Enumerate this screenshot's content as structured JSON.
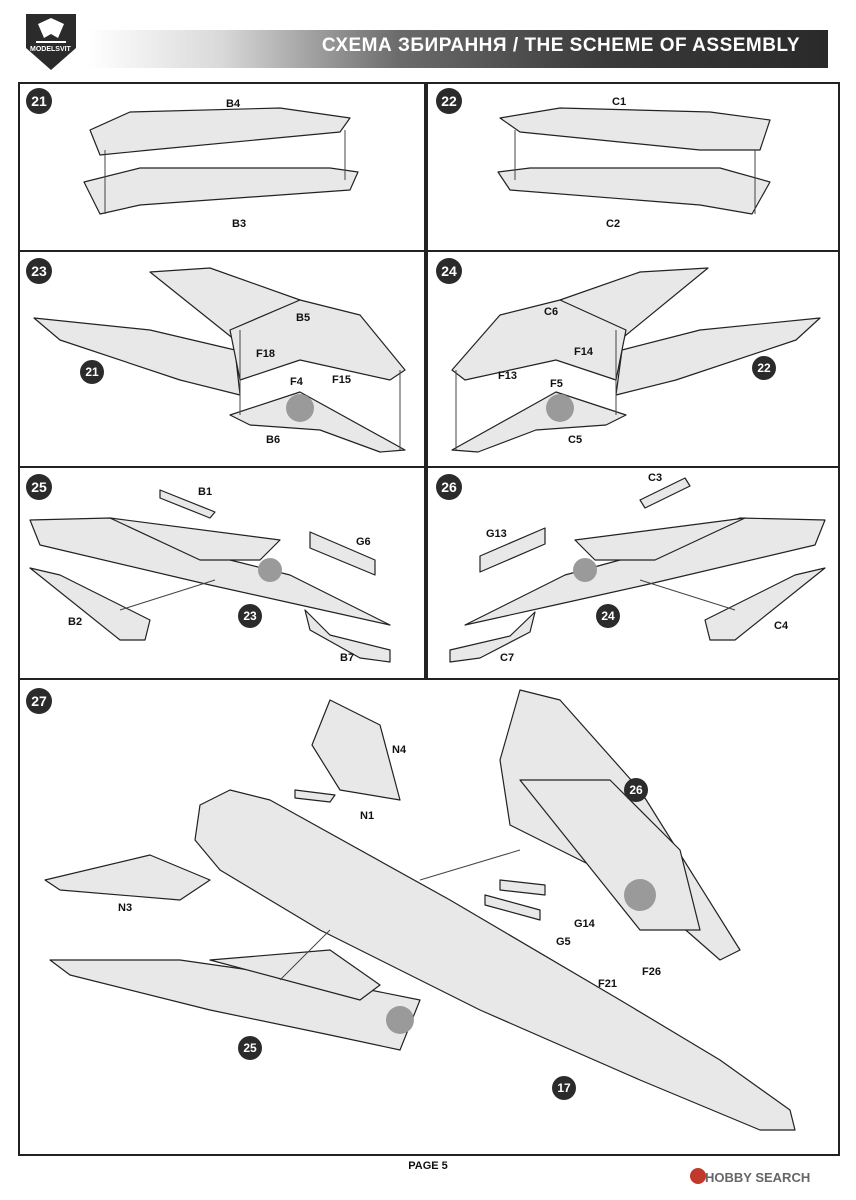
{
  "header": {
    "title": "СХЕМА ЗБИРАННЯ / THE SCHEME OF ASSEMBLY",
    "brand": "MODELSVIT"
  },
  "steps": {
    "s21": {
      "number": "21",
      "labels": {
        "b4": "B4",
        "b3": "B3"
      }
    },
    "s22": {
      "number": "22",
      "labels": {
        "c1": "C1",
        "c2": "C2"
      }
    },
    "s23": {
      "number": "23",
      "ref": "21",
      "labels": {
        "b5": "B5",
        "f18": "F18",
        "f4": "F4",
        "f15": "F15",
        "b6": "B6"
      }
    },
    "s24": {
      "number": "24",
      "ref": "22",
      "labels": {
        "c6": "C6",
        "f14": "F14",
        "f13": "F13",
        "f5": "F5",
        "c5": "C5"
      }
    },
    "s25": {
      "number": "25",
      "ref": "23",
      "labels": {
        "b1": "B1",
        "g6": "G6",
        "b2": "B2",
        "b7": "B7"
      }
    },
    "s26": {
      "number": "26",
      "ref": "24",
      "labels": {
        "c3": "C3",
        "g13": "G13",
        "c4": "C4",
        "c7": "C7"
      }
    },
    "s27": {
      "number": "27",
      "ref_a": "26",
      "ref_b": "25",
      "ref_c": "17",
      "labels": {
        "n4": "N4",
        "n1": "N1",
        "n3": "N3",
        "g14": "G14",
        "g5": "G5",
        "f21": "F21",
        "f26": "F26"
      }
    }
  },
  "footer": {
    "page": "PAGE 5"
  },
  "watermark": {
    "text": "HOBBY SEARCH"
  }
}
